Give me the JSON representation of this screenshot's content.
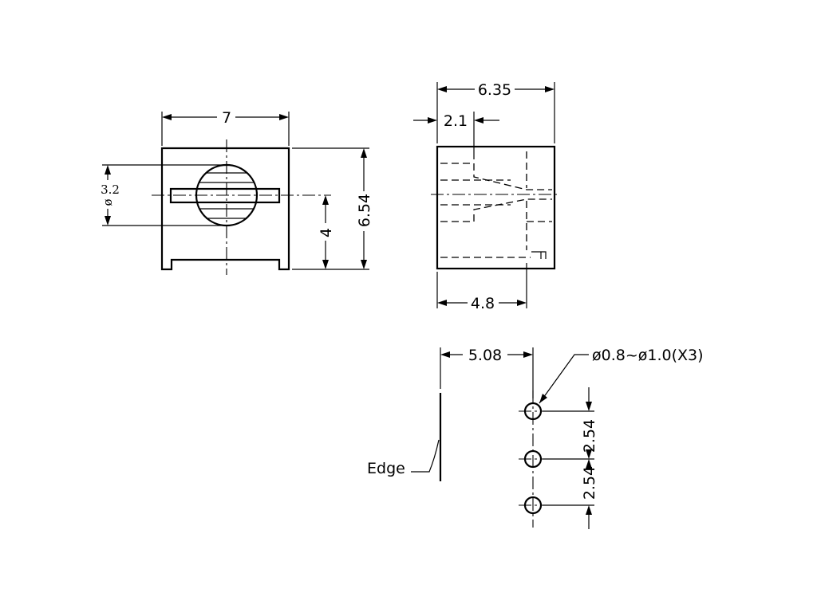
{
  "front_view": {
    "width_dim": "7",
    "height_dim": "6.54",
    "center_height_dim": "4",
    "shaft_dia_symbol": "ø",
    "shaft_dia_value": "3.2"
  },
  "side_view": {
    "width_dim": "6.35",
    "offset_dim": "2.1",
    "depth_dim": "4.8"
  },
  "footprint": {
    "edge_distance_dim": "5.08",
    "hole_callout": "ø0.8~ø1.0(X3)",
    "pitch_upper_dim": "2.54",
    "pitch_lower_dim": "2.54",
    "edge_label": "Edge"
  }
}
